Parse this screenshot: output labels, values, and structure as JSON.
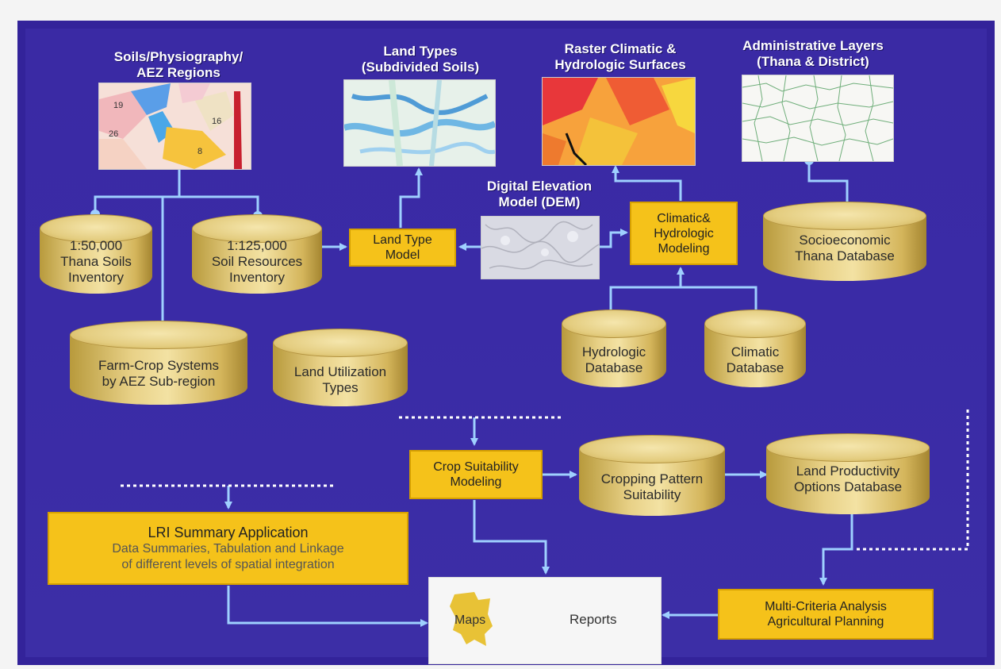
{
  "titles": {
    "soils": "Soils/Physiography/\nAEZ Regions",
    "landtypes": "Land Types\n(Subdivided Soils)",
    "raster": "Raster Climatic &\nHydrologic Surfaces",
    "admin": "Administrative Layers\n(Thana & District)",
    "dem": "Digital Elevation\nModel (DEM)"
  },
  "soil_map_labels": [
    "19",
    "16",
    "8",
    "26"
  ],
  "databases": {
    "thana_soils": "1:50,000\nThana Soils\nInventory",
    "soil_resources": "1:125,000\nSoil Resources\nInventory",
    "farm_crop": "Farm-Crop Systems\nby AEZ Sub-region",
    "land_utilization": "Land Utilization\nTypes",
    "socioeconomic": "Socioeconomic\nThana Database",
    "hydrologic": "Hydrologic\nDatabase",
    "climatic": "Climatic\nDatabase",
    "cropping_pattern": "Cropping Pattern\nSuitability",
    "land_productivity": "Land Productivity\nOptions Database"
  },
  "processes": {
    "land_type_model": "Land Type\nModel",
    "climatic_modeling": "Climatic&\nHydrologic\nModeling",
    "crop_suitability": "Crop Suitability\nModeling",
    "multi_criteria": "Multi-Criteria Analysis\nAgricultural Planning"
  },
  "lri": {
    "title": "LRI Summary Application",
    "subtitle": "Data Summaries, Tabulation and Linkage\nof different levels of spatial integration"
  },
  "outputs": {
    "maps": "Maps",
    "reports": "Reports"
  },
  "colors": {
    "background": "#3a2aa4",
    "process_box": "#f5c21a",
    "connector": "#9fd0ff",
    "database": "#e8d187"
  }
}
